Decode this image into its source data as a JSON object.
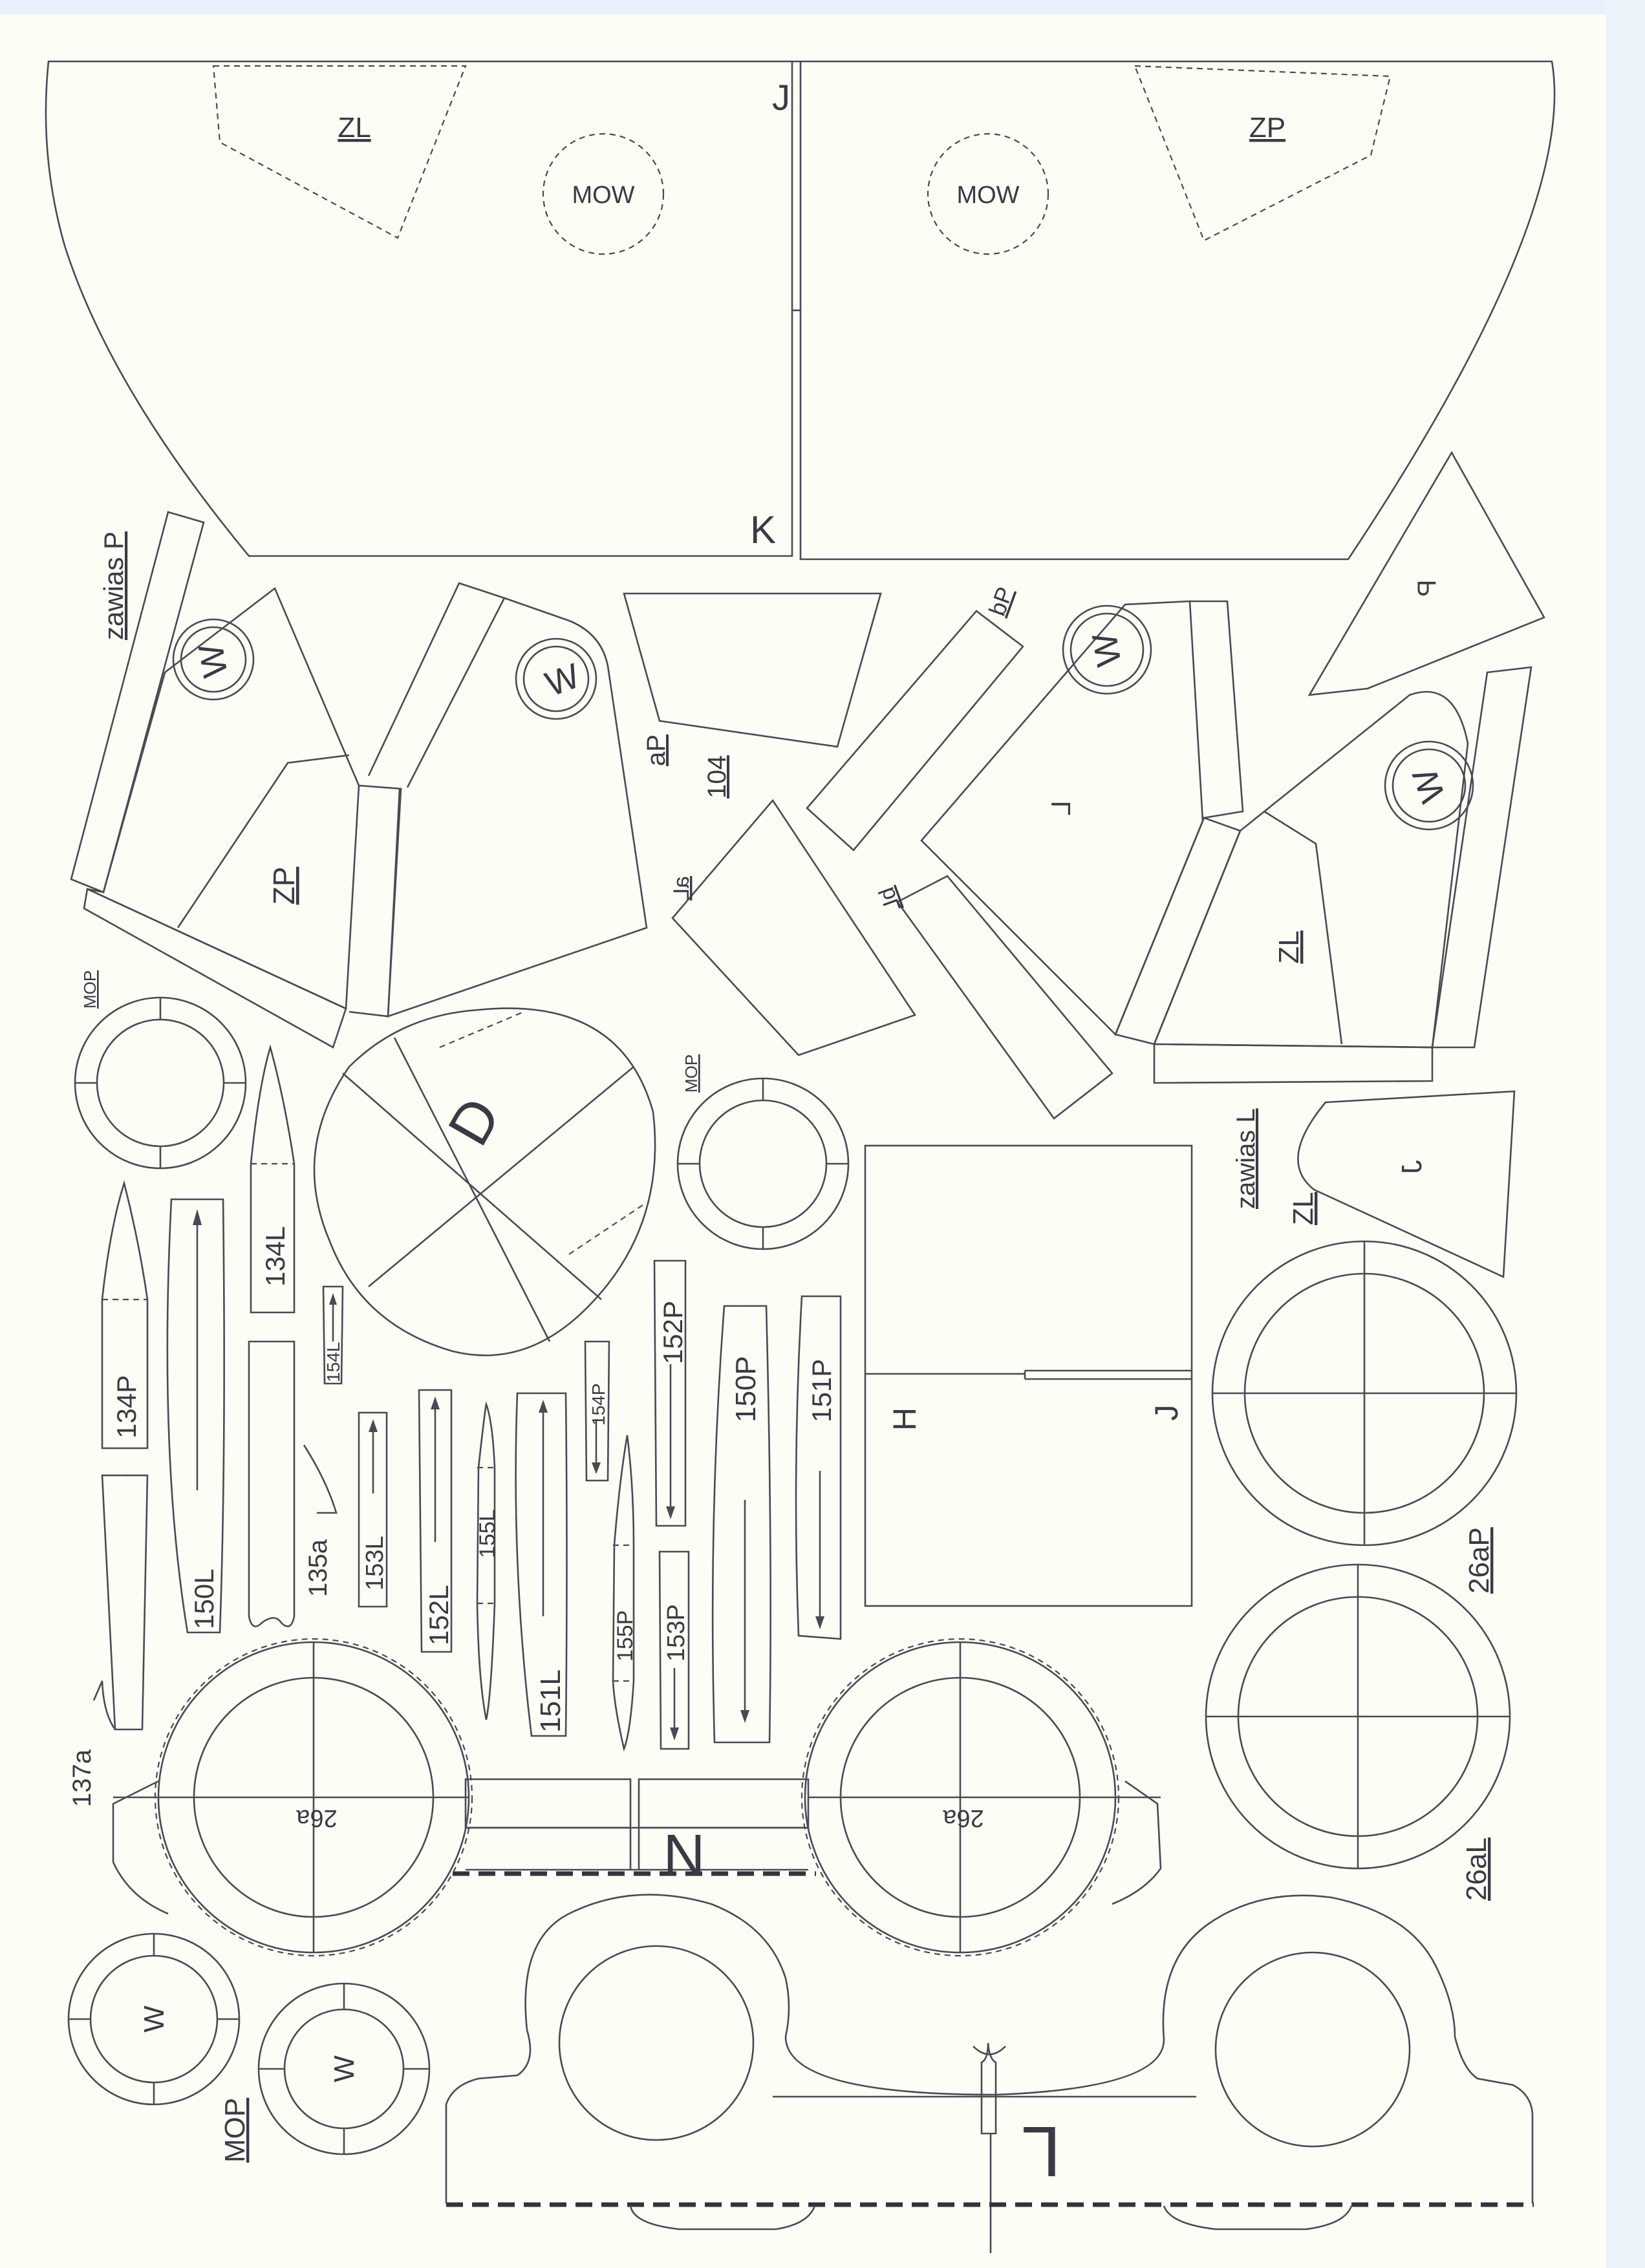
{
  "labels": {
    "J_top": "J",
    "K": "K",
    "ZL_top": "ZL",
    "ZP_top": "ZP",
    "MOW_left": "MOW",
    "MOW_right": "MOW",
    "zawias_P": "zawias P",
    "W_1": "W",
    "W_2": "W",
    "W_3": "W",
    "W_4": "W",
    "ZP_mid": "ZP",
    "aP": "aP",
    "n104": "104",
    "bP": "bP",
    "aL": "aL",
    "bL": "bL",
    "L_flap": "L",
    "P_flap": "P",
    "ZL_mid": "ZL",
    "zawias_L": "zawias L",
    "ZL_low": "ZL",
    "J_tri": "J",
    "MOP_1": "MOP",
    "MOP_2": "MOP",
    "MOP_3": "MOP",
    "D": "D",
    "n134L": "134L",
    "n134P": "134P",
    "n150L": "150L",
    "n150P": "150P",
    "n151L": "151L",
    "n151P": "151P",
    "n152L": "152L",
    "n152P": "152P",
    "n153L": "153L",
    "n153P": "153P",
    "n154L": "154L",
    "n154P": "154P",
    "n155L": "155L",
    "n155P": "155P",
    "n135a": "135a",
    "n137a": "137a",
    "H": "H",
    "J_rect": "J",
    "n26aP": "26aP",
    "n26aL": "26aL",
    "n26a_left": "26a",
    "n26a_right": "26a",
    "N": "N",
    "L_big": "L",
    "W_5": "W",
    "W_6": "W"
  }
}
